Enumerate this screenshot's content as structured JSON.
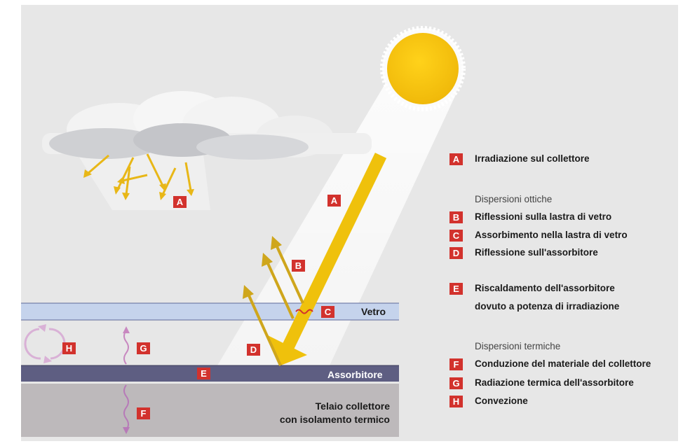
{
  "colors": {
    "sun": "#f5c20f",
    "beam_arrow": "#efc10c",
    "reflection_arrow": "#cfa61c",
    "badge": "#d2322d",
    "glass": "#c5d3ec",
    "absorber": "#5e5e82",
    "frame": "#bdb9bb",
    "loss_arrow": "#c888c0"
  },
  "labels": {
    "A": "A",
    "B": "B",
    "C": "C",
    "D": "D",
    "E": "E",
    "F": "F",
    "G": "G",
    "H": "H"
  },
  "layers": {
    "glass": "Vetro",
    "absorber": "Assorbitore",
    "frame_line1": "Telaio collettore",
    "frame_line2": "con isolamento termico"
  },
  "legend": {
    "a": "Irradiazione sul collettore",
    "optical_heading": "Dispersioni ottiche",
    "b": "Riflessioni sulla lastra di vetro",
    "c": "Assorbimento nella lastra di vetro",
    "d": "Riflessione sull'assorbitore",
    "e_line1": "Riscaldamento dell'assorbitore",
    "e_line2": "dovuto a potenza di irradiazione",
    "thermal_heading": "Dispersioni termiche",
    "f": "Conduzione del materiale del collettore",
    "g": "Radiazione termica dell'assorbitore",
    "h": "Convezione"
  },
  "icons": [
    "sun-icon",
    "cloud-icon",
    "convection-cycle-icon",
    "wavy-arrow-icon"
  ]
}
